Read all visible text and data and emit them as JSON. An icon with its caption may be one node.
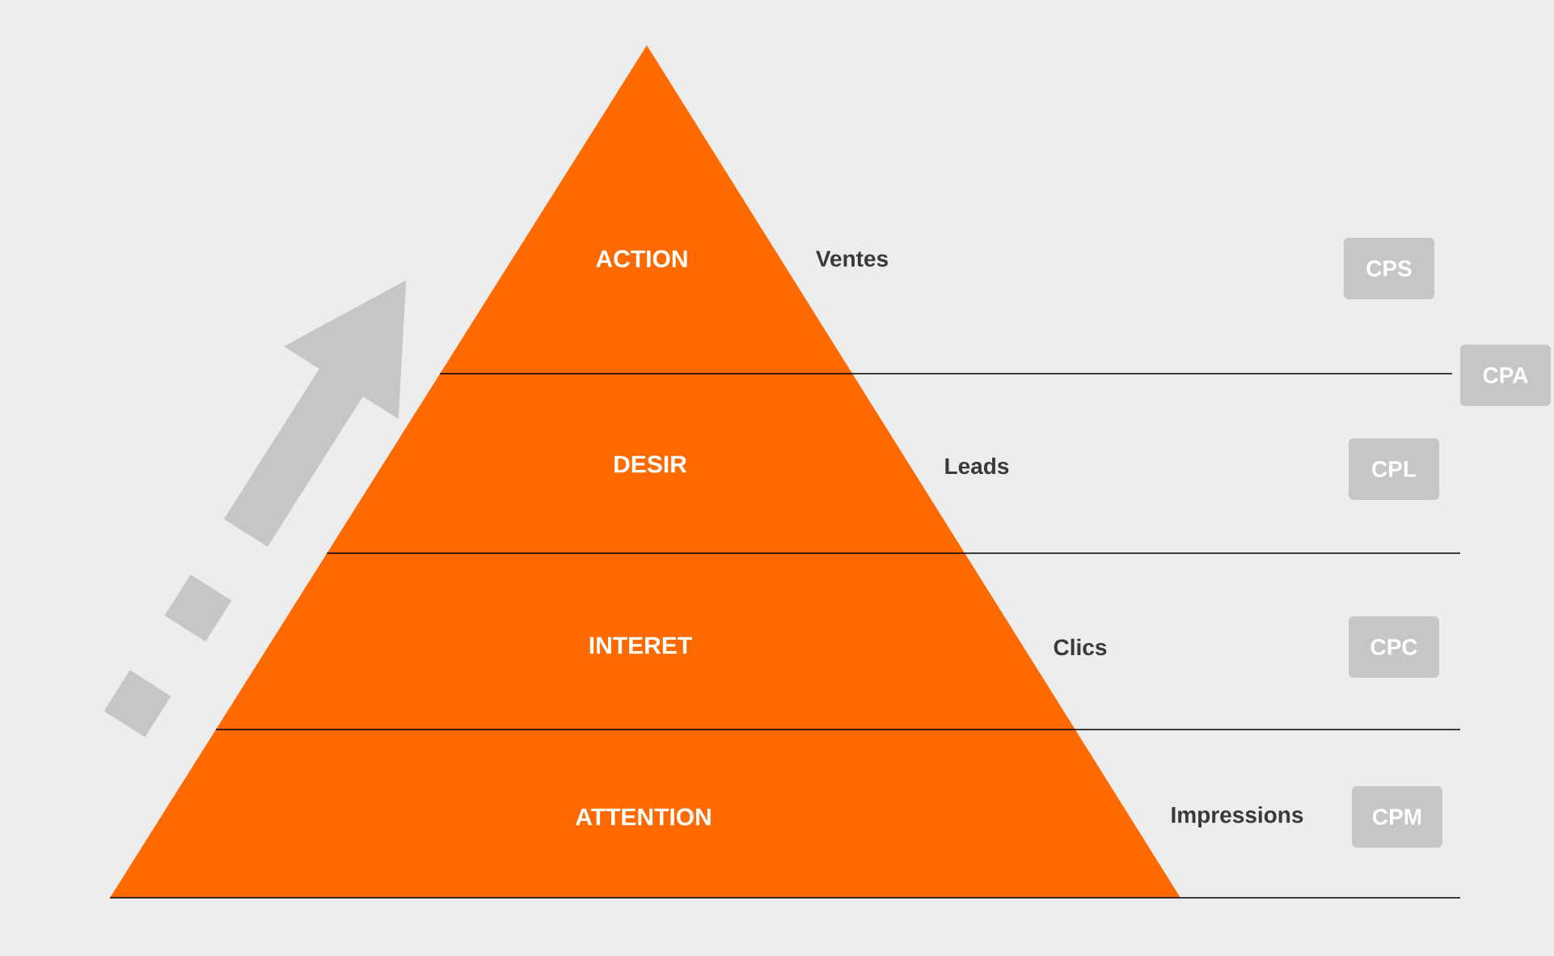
{
  "diagram": {
    "nodes": [
      {
        "text": [
          "ACTION"
        ],
        "beside": [
          "Ventes"
        ]
      },
      {
        "text": [
          "DESIR"
        ],
        "beside": [
          "Leads"
        ]
      },
      {
        "text": [
          "INTERET"
        ],
        "beside": [
          "Clics"
        ]
      },
      {
        "text": [
          "ATTENTION"
        ],
        "beside": [
          "Impressions"
        ]
      },
      {
        "text": [
          "CPS"
        ]
      },
      {
        "text": [
          "CPA"
        ]
      },
      {
        "text": [
          "CPL"
        ]
      },
      {
        "text": [
          "CPC"
        ]
      },
      {
        "text": [
          "CPM"
        ]
      }
    ]
  }
}
